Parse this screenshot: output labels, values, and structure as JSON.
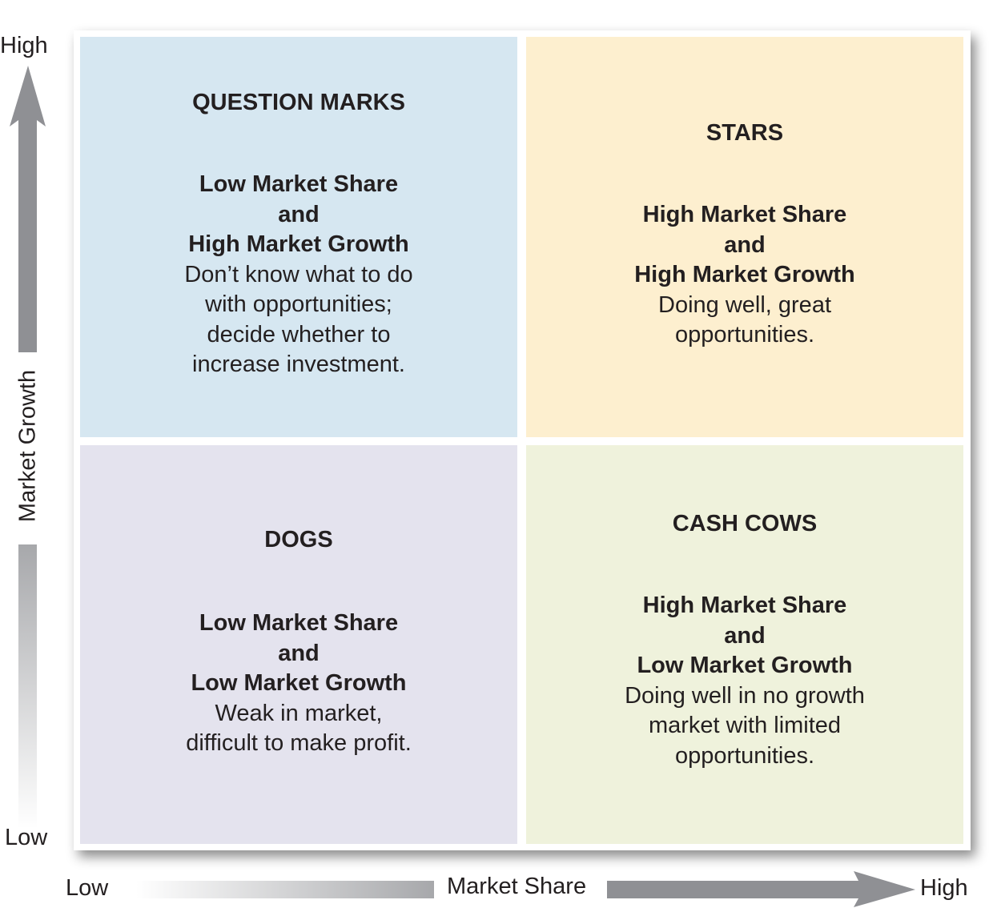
{
  "y_axis": {
    "label": "Market Growth",
    "high": "High",
    "low": "Low"
  },
  "x_axis": {
    "label": "Market Share",
    "high": "High",
    "low": "Low"
  },
  "quadrants": {
    "question_marks": {
      "title": "QUESTION MARKS",
      "line1": "Low Market Share",
      "line2": "and",
      "line3": "High Market Growth",
      "desc": [
        "Don’t know what to do",
        "with opportunities;",
        "decide whether to",
        "increase investment."
      ],
      "color": "#d6e7f1"
    },
    "stars": {
      "title": "STARS",
      "line1": "High Market Share",
      "line2": "and",
      "line3": "High Market Growth",
      "desc": [
        "Doing well, great",
        "opportunities."
      ],
      "color": "#fdefcf"
    },
    "dogs": {
      "title": "DOGS",
      "line1": "Low Market Share",
      "line2": "and",
      "line3": "Low Market Growth",
      "desc": [
        "Weak in market,",
        "difficult to make profit."
      ],
      "color": "#e4e3ee"
    },
    "cash_cows": {
      "title": "CASH COWS",
      "line1": "High Market Share",
      "line2": "and",
      "line3": "Low Market Growth",
      "desc": [
        "Doing well in no growth",
        "market with limited",
        "opportunities."
      ],
      "color": "#eff2dc"
    }
  }
}
